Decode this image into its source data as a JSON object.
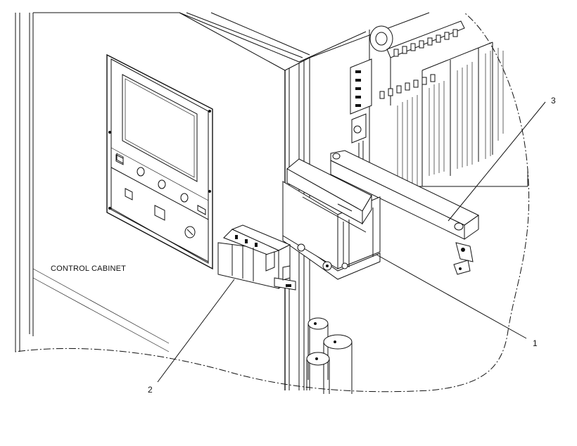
{
  "cabinet_label": "CONTROL CABINET",
  "callouts": [
    {
      "id": "1",
      "text": "1"
    },
    {
      "id": "2",
      "text": "2"
    },
    {
      "id": "3",
      "text": "3"
    }
  ],
  "colors": {
    "line": "#111111",
    "background": "#ffffff"
  }
}
